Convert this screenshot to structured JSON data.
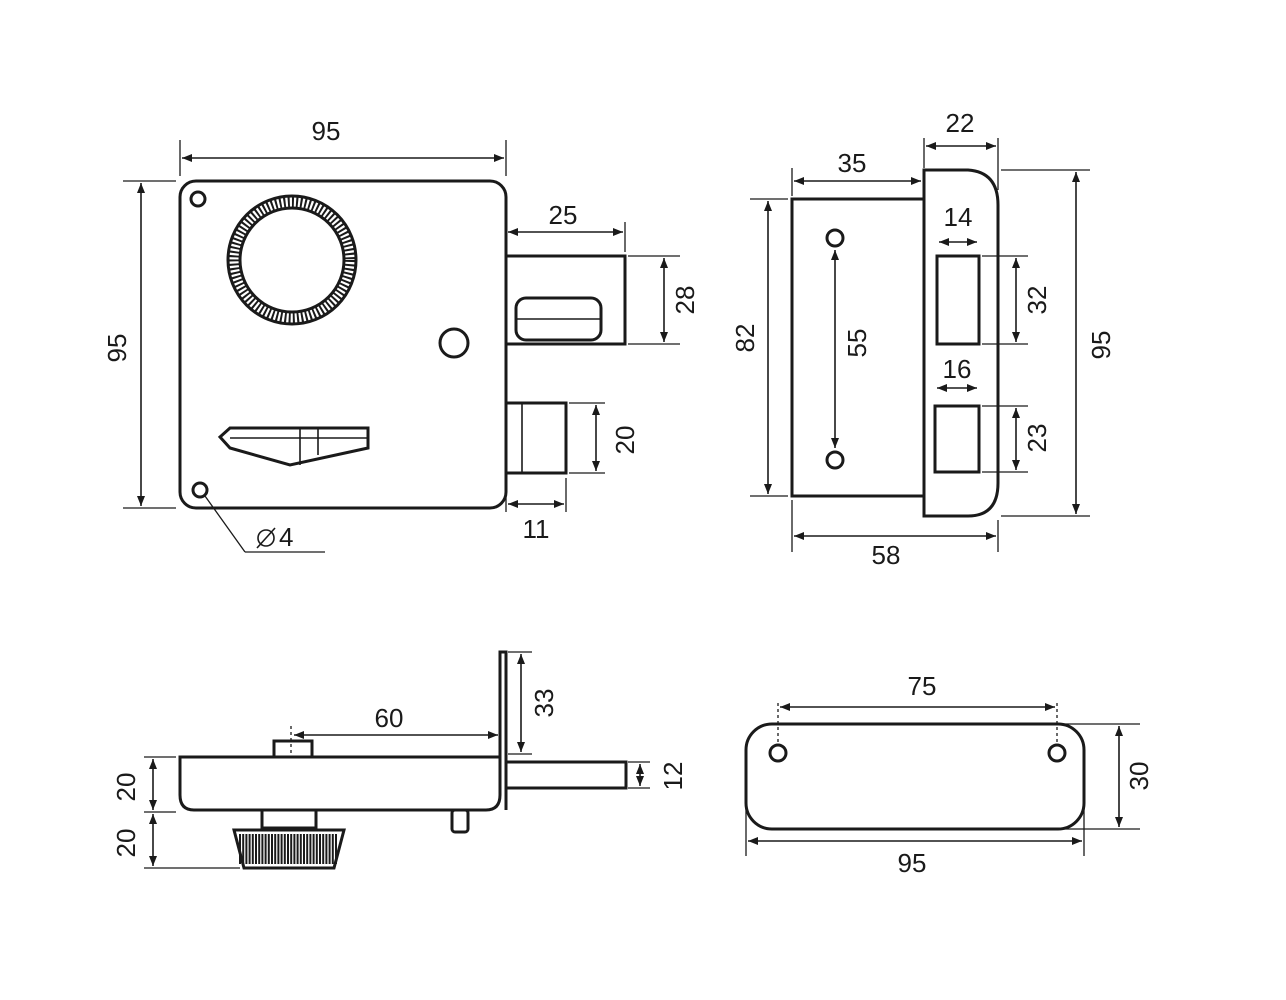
{
  "colors": {
    "line": "#1a1a1a",
    "background": "#ffffff"
  },
  "front_view": {
    "width": "95",
    "height": "95",
    "bolt_length": "25",
    "bolt_height": "28",
    "latch_height": "20",
    "latch_length": "11",
    "hole_diameter": "4"
  },
  "side_view": {
    "body_length": "35",
    "faceplate_thickness": "22",
    "keeper_slot_width_top": "14",
    "keeper_slot_height_top": "32",
    "keeper_slot_width_bottom": "16",
    "keeper_slot_height_bottom": "23",
    "body_height": "82",
    "hole_spacing": "55",
    "overall_height": "95",
    "overall_depth": "58"
  },
  "top_view": {
    "offset": "60",
    "flange_height": "33",
    "case_thickness": "20",
    "knob_height": "20",
    "bolt_thickness": "12"
  },
  "plate_view": {
    "hole_spacing": "75",
    "width": "95",
    "height": "30"
  }
}
